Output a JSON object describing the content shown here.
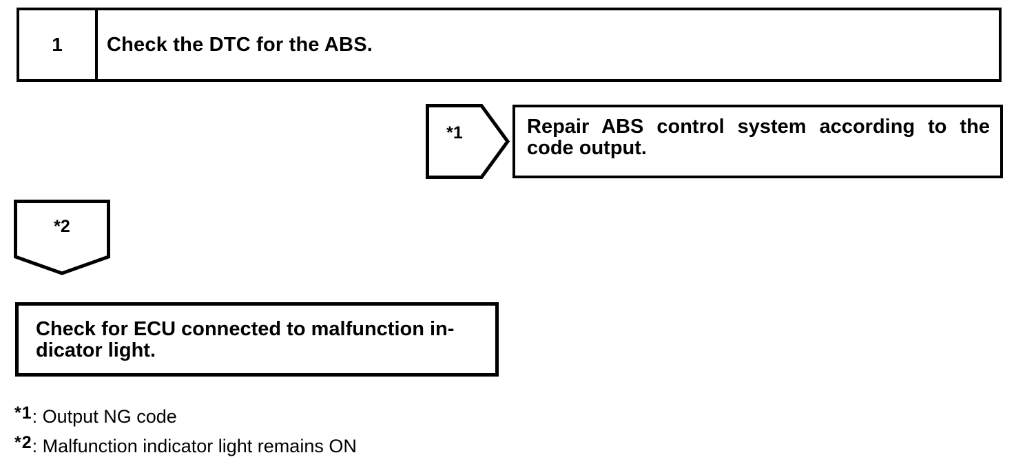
{
  "colors": {
    "ink": "#000000",
    "background": "#ffffff"
  },
  "step": {
    "number": "1",
    "title": "Check the DTC for the ABS."
  },
  "decision_right": {
    "label": "*1",
    "result": {
      "line1": "Repair ABS control system according to the",
      "line2": "code output."
    }
  },
  "decision_down": {
    "label": "*2"
  },
  "action_box": {
    "line1": "Check for ECU connected to malfunction in-",
    "line2": "dicator light."
  },
  "footnotes": [
    {
      "marker": "*1",
      "text": ": Output NG code"
    },
    {
      "marker": "*2",
      "text": ": Malfunction indicator light remains ON"
    }
  ]
}
